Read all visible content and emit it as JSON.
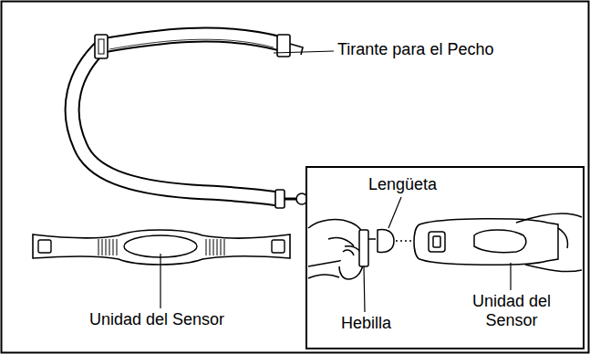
{
  "diagram": {
    "labels": [
      "Tirante para el Pecho",
      "Unidad del Sensor",
      "Lengüeta",
      "Hebilla",
      "Unidad del Sensor"
    ]
  }
}
